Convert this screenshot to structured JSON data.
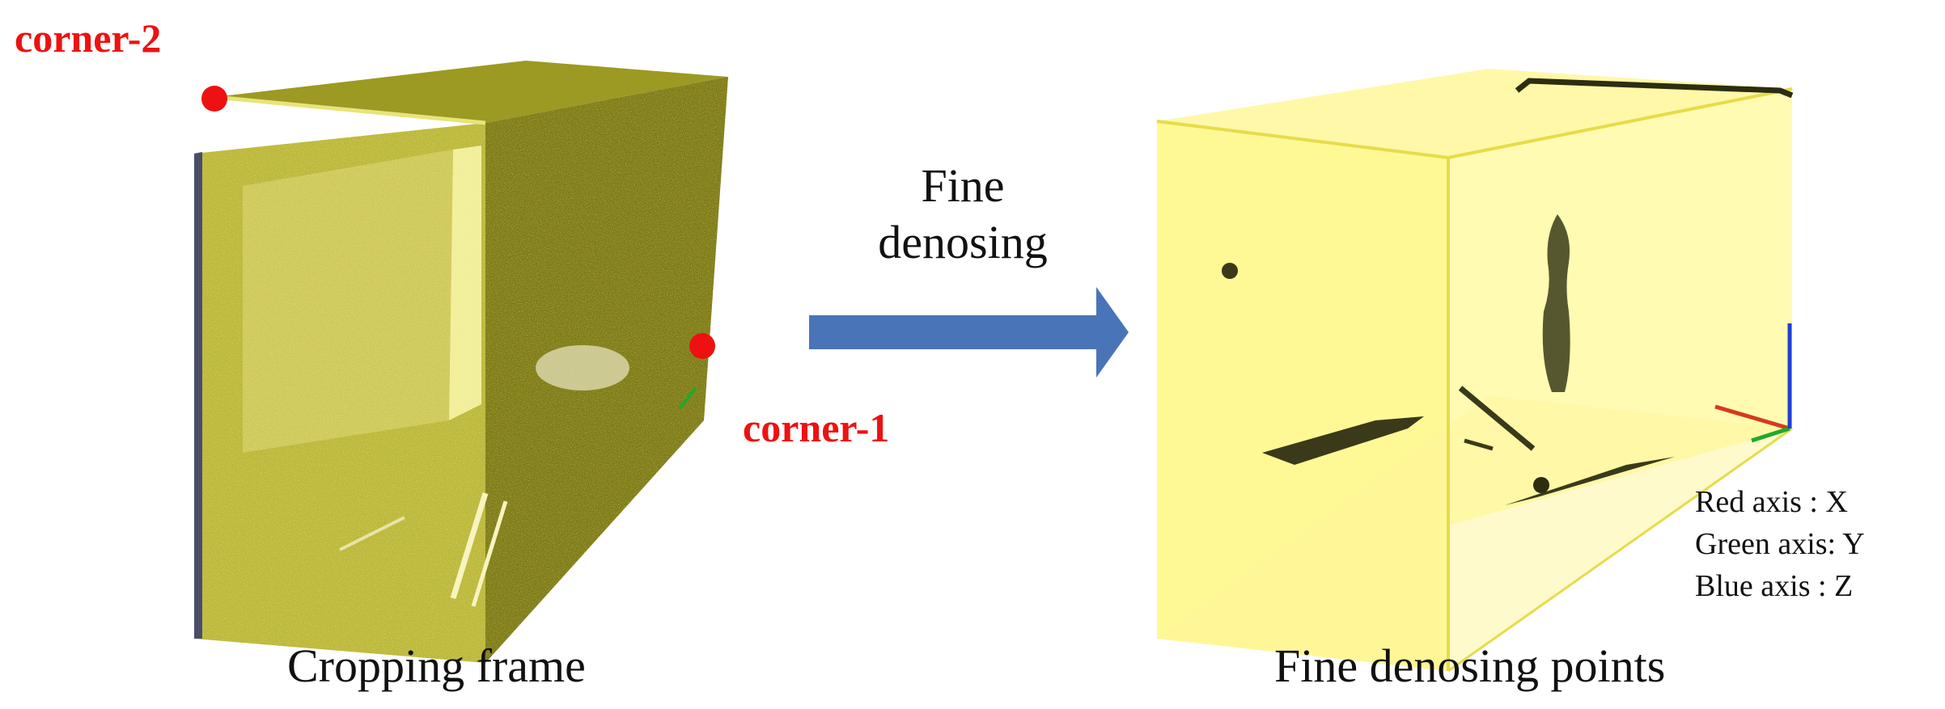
{
  "labels": {
    "corner_2": "corner-2",
    "corner_1": "corner-1",
    "caption_left": "Cropping frame",
    "caption_right": "Fine denosing points",
    "arrow_line1": "Fine",
    "arrow_line2": "denosing"
  },
  "legend": [
    {
      "text": "Red axis   : X",
      "color": "#d63a1f"
    },
    {
      "text": "Green axis: Y",
      "color": "#1faa2a"
    },
    {
      "text": "Blue  axis : Z",
      "color": "#1f3fd6"
    }
  ],
  "colors": {
    "box_dark": "#8e8b1c",
    "box_light": "#fffb9c",
    "marker": "#ee1111",
    "arrow": "#4a74b8"
  }
}
